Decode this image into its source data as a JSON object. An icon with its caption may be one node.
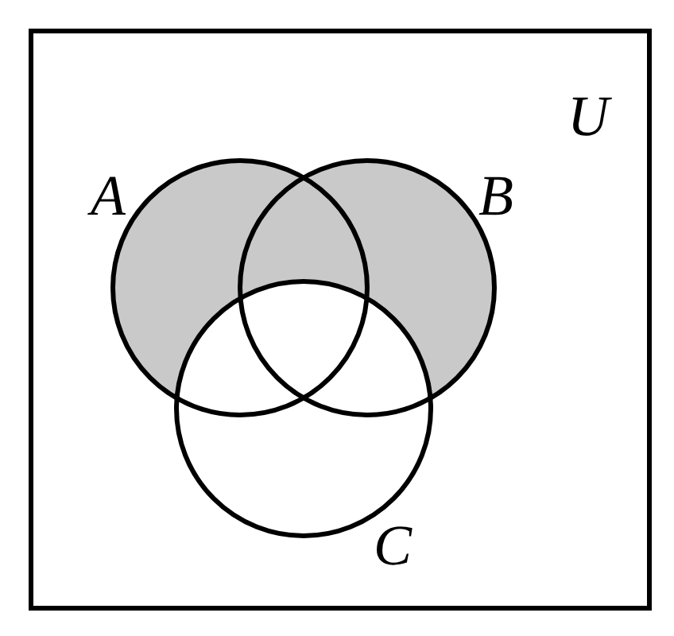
{
  "diagram": {
    "nodes": [
      {
        "text": [
          "U"
        ]
      },
      {
        "text": [
          "A"
        ],
        "in": 0
      },
      {
        "text": [
          "B"
        ],
        "in": 0
      },
      {
        "text": [
          "C"
        ],
        "in": 0
      }
    ],
    "edges": []
  }
}
